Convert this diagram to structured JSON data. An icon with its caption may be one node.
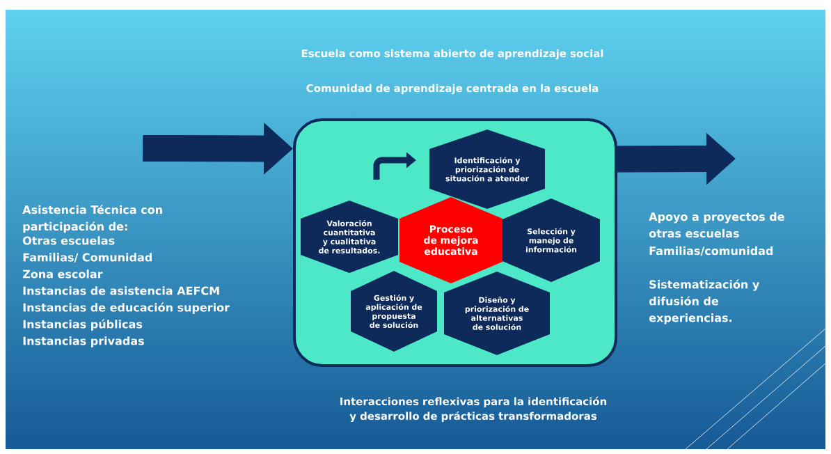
{
  "diagram": {
    "nodes": [
      {
        "text": [
          "Asistencia Técnica con participación de:",
          "Otras escuelas",
          "Familias/ Comunidad",
          "Zona escolar",
          "Instancias de asistencia AEFCM",
          "Instancias de educación superior",
          "Instancias públicas",
          "Instancias privadas"
        ]
      },
      {
        "text": [],
        "shape": "box"
      },
      {
        "text": [
          "Identificación y priorización de situación a atender"
        ],
        "in": 1
      },
      {
        "text": [
          "Valoración cuantitativa y cualitativa de resultados."
        ],
        "in": 1
      },
      {
        "text": [
          "Proceso de mejora educativa"
        ],
        "in": 1
      },
      {
        "text": [
          "Selección y manejo de información"
        ],
        "in": 1
      },
      {
        "text": [
          "Gestión y aplicación de propuesta de solución"
        ],
        "in": 1
      },
      {
        "text": [
          "Diseño y priorización de alternativas de solución"
        ],
        "in": 1
      },
      {
        "text": [
          "Apoyo a proyectos de otras escuelas",
          "Familias/comunidad",
          "Sistematización y difusión de experiencias."
        ]
      }
    ],
    "edges": [
      {
        "from": null,
        "to": 1,
        "arrow": "to"
      },
      {
        "from": 1,
        "to": null,
        "arrow": "to"
      }
    ],
    "labels": [
      "Escuela como sistema abierto de aprendizaje social",
      "Comunidad de aprendizaje centrada en la escuela",
      "Interacciones reflexivas para la identificación y desarrollo de prácticas transformadoras"
    ]
  }
}
